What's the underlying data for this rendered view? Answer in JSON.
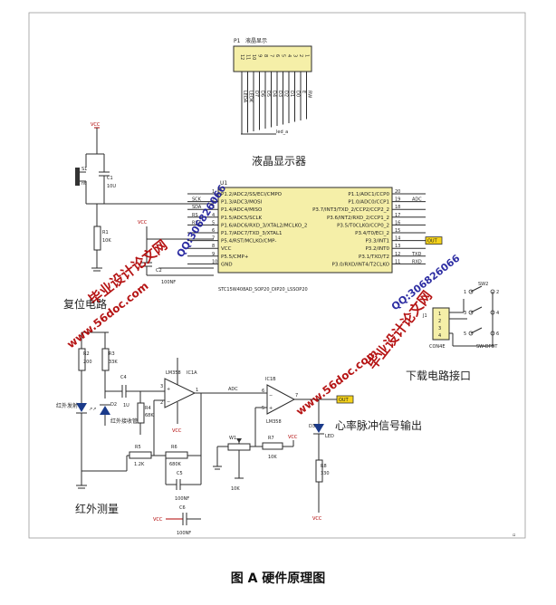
{
  "caption": "图 A 硬件原理图",
  "lcd": {
    "ref": "P1",
    "title": "液晶显示",
    "section_label": "液晶显示器",
    "pins": [
      "12",
      "11",
      "10",
      "9",
      "8",
      "7",
      "6",
      "5",
      "4",
      "3",
      "2",
      "1"
    ],
    "net_labels": [
      "LEDA",
      "LEDK",
      "D7",
      "D6",
      "D5",
      "D4",
      "D3",
      "D2",
      "D1",
      "D0",
      "E",
      "RW"
    ],
    "extra_label": "led_a"
  },
  "mcu": {
    "ref": "U1",
    "part": "STC15W408AD_SOP20_DIP20_LSSOP20",
    "left_pins": [
      {
        "num": "1",
        "name": "P1.2/ADC2/SS/ECI/CMPO",
        "net": ""
      },
      {
        "num": "2",
        "name": "P1.3/ADC3/MOSI",
        "net": "SCK"
      },
      {
        "num": "3",
        "name": "P1.4/ADC4/MISO",
        "net": "SDA"
      },
      {
        "num": "4",
        "name": "P1.5/ADC5/SCLK",
        "net": "RS"
      },
      {
        "num": "5",
        "name": "P1.6/ADC6/RXD_3/XTAL2/MCLKO_2",
        "net": "RST"
      },
      {
        "num": "6",
        "name": "P1.7/ADC7/TXD_3/XTAL1",
        "net": ""
      },
      {
        "num": "7",
        "name": "P5.4/RST/MCLKO/CMP-",
        "net": ""
      },
      {
        "num": "8",
        "name": "VCC",
        "net": ""
      },
      {
        "num": "9",
        "name": "P5.5/CMP+",
        "net": ""
      },
      {
        "num": "10",
        "name": "GND",
        "net": ""
      }
    ],
    "right_pins": [
      {
        "num": "20",
        "name": "P1.1/ADC1/CCP0",
        "net": ""
      },
      {
        "num": "19",
        "name": "P1.0/ADC0/CCP1",
        "net": "ADC"
      },
      {
        "num": "18",
        "name": "P3.7/INT3/TXD_2/CCP2/CCP2_2",
        "net": ""
      },
      {
        "num": "17",
        "name": "P3.6/INT2/RXD_2/CCP1_2",
        "net": ""
      },
      {
        "num": "16",
        "name": "P3.5/T0CLKO/CCP0_2",
        "net": ""
      },
      {
        "num": "15",
        "name": "P3.4/T0/ECI_2",
        "net": ""
      },
      {
        "num": "14",
        "name": "P3.3/INT1",
        "net": "OUT"
      },
      {
        "num": "13",
        "name": "P3.2/INT0",
        "net": ""
      },
      {
        "num": "12",
        "name": "P3.1/TXD/T2",
        "net": "TXD"
      },
      {
        "num": "11",
        "name": "P3.0/RXD/INT4/T2CLKO",
        "net": "RXD"
      }
    ]
  },
  "reset": {
    "vcc": "VCC",
    "s1_ref": "S1",
    "s1_val": "nt",
    "c1_ref": "C1",
    "c1_val": "10U",
    "r1_ref": "R1",
    "r1_val": "10K",
    "c2_ref": "C2",
    "c2_val": "100NF",
    "vcc2": "VCC",
    "section_label": "复位电路"
  },
  "download": {
    "sw_ref": "SW2",
    "sw_part": "SW-DPDT",
    "con_ref": "J1",
    "con_part": "CON4E",
    "con_pins": [
      "1",
      "2",
      "3",
      "4"
    ],
    "sw_pins": [
      "1",
      "2",
      "3",
      "4",
      "5",
      "6"
    ],
    "section_label": "下载电路接口"
  },
  "ir": {
    "r2_ref": "R2",
    "r2_val": "200",
    "r3_ref": "R3",
    "r3_val": "33K",
    "d1_label": "红外发射",
    "d2_ref": "D2",
    "rx_label": "红外接收管",
    "c4_ref": "C4",
    "c4_val": "1U",
    "r4_ref": "R4",
    "r4_val": "68K",
    "r5_ref": "R5",
    "r5_val": "1.2K",
    "r6_ref": "R6",
    "r6_val": "680K",
    "c5_ref": "C5",
    "c5_val": "100NF",
    "c6_ref": "C6",
    "c6_val": "100NF",
    "ic1a_part": "LM358",
    "ic1a_ref": "IC1A",
    "vcc": "VCC",
    "adc_net": "ADC",
    "section_label": "红外测量"
  },
  "pulse": {
    "ic1b_ref": "IC1B",
    "ic1b_part": "LM358",
    "w1_ref": "W1",
    "w1_val": "10K",
    "r7_ref": "R7",
    "r7_val": "10K",
    "d3_ref": "D3",
    "d3_val": "LED",
    "r8_ref": "R8",
    "r8_val": "330",
    "vcc": "VCC",
    "out_net": "OUT",
    "section_label": "心率脉冲信号输出",
    "pins": [
      "6",
      "5",
      "7",
      "3",
      "2",
      "1"
    ]
  },
  "watermarks": {
    "site": "www.56doc.com",
    "qq": "QQ:306826066",
    "brand": "毕业设计论文网"
  }
}
